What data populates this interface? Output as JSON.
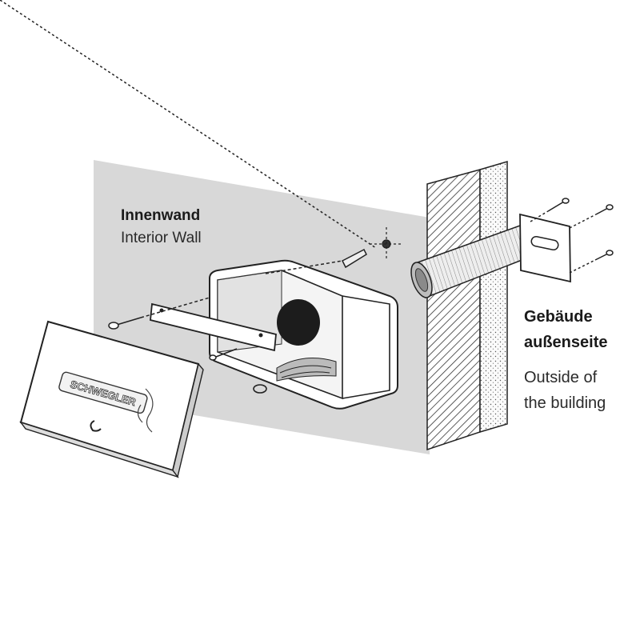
{
  "labels": {
    "interior_de": "Innenwand",
    "interior_en": "Interior Wall",
    "outside_de_line1": "Gebäude",
    "outside_de_line2": "außenseite",
    "outside_en_line1": "Outside of",
    "outside_en_line2": "the building"
  },
  "cover_logo": "SCHWEGLER",
  "colors": {
    "wall_gray": "#d8d8d8",
    "ink": "#1a1a1a",
    "box_fill": "#ffffff",
    "pipe_fill": "#ececec"
  }
}
